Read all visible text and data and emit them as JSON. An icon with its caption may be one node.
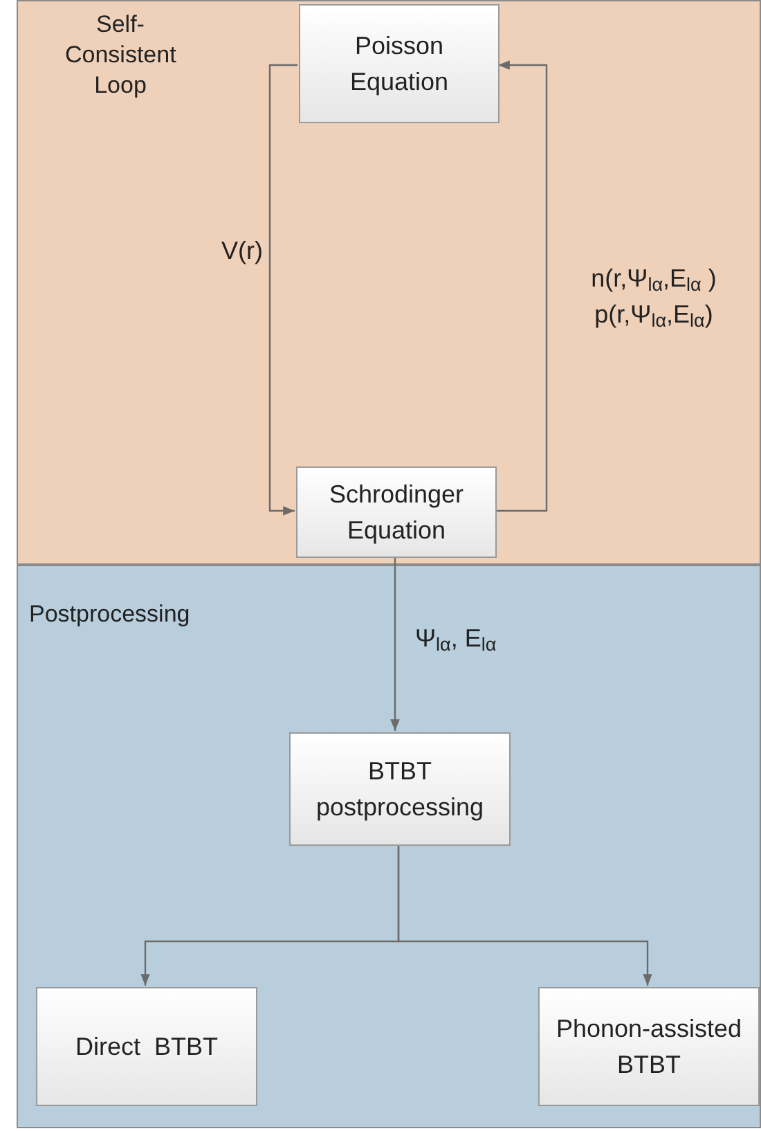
{
  "diagram": {
    "nodes": [
      {
        "text": [
          "Self-Consistent Loop"
        ]
      },
      {
        "text": [
          "Poisson Equation"
        ],
        "in": 0
      },
      {
        "text": [
          "Schrodinger Equation"
        ],
        "in": 0
      },
      {
        "text": [
          "Postprocessing"
        ]
      },
      {
        "text": [
          "BTBT postprocessing"
        ],
        "in": 3
      },
      {
        "text": [
          "Direct  BTBT"
        ],
        "in": 3
      },
      {
        "text": [
          "Phonon-assisted BTBT"
        ],
        "in": 3
      }
    ],
    "edges": [
      {
        "from": 1,
        "to": 2,
        "arrow": "to",
        "label": "V(r)"
      },
      {
        "from": 2,
        "to": 1,
        "arrow": "to",
        "label": "n(r,Ψ$_{lα}$,E$_{lα}$ ) p(r,Ψ$_{lα}$,E$_{lα}$)"
      },
      {
        "from": 2,
        "to": 4,
        "arrow": "to",
        "label": "Ψ$_{lα}$, E$_{lα}$"
      },
      {
        "from": 4,
        "to": 5,
        "arrow": "to"
      },
      {
        "from": 4,
        "to": 6,
        "arrow": "to"
      }
    ]
  }
}
